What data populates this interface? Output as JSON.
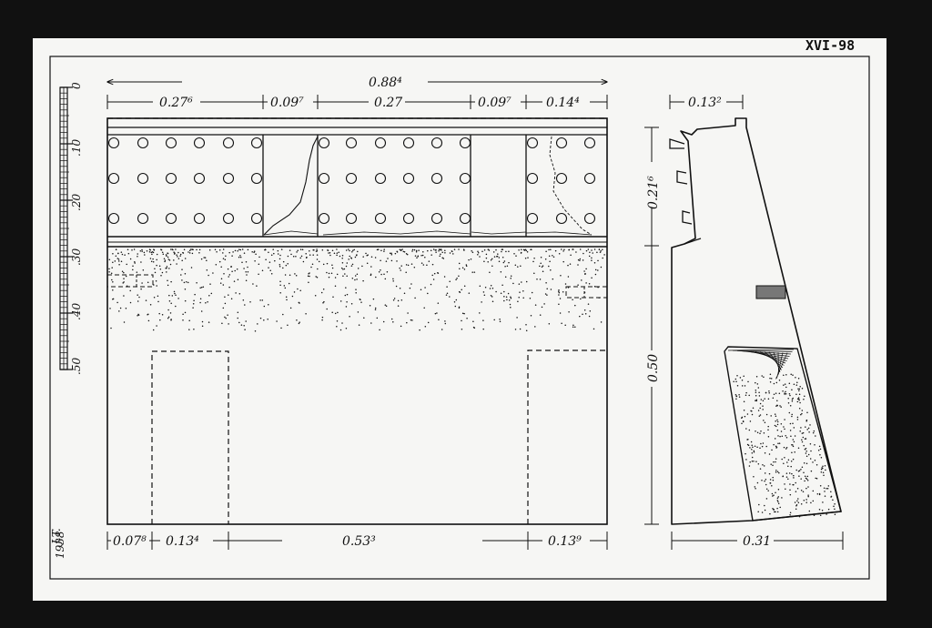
{
  "sheet": {
    "code": "XVI-98",
    "initials": "J.T.",
    "year": "1938"
  },
  "scale": {
    "labels": [
      "0",
      ".10",
      ".20",
      ".30",
      ".40",
      ".50"
    ]
  },
  "front_view": {
    "overall_width": "0.88⁴",
    "top_dims": [
      "0.27⁶",
      "0.09⁷",
      "0.27",
      "0.09⁷",
      "0.14⁴"
    ],
    "bottom_dims": [
      "0.07⁸",
      "0.13⁴",
      "0.53³",
      "0.13⁹"
    ]
  },
  "side_view": {
    "top_width": "0.13²",
    "upper_height": "0.21⁶",
    "lower_height": "0.50",
    "base_width": "0.31"
  },
  "colors": {
    "background": "#111111",
    "paper": "#f6f6f4",
    "ink": "#111111"
  }
}
